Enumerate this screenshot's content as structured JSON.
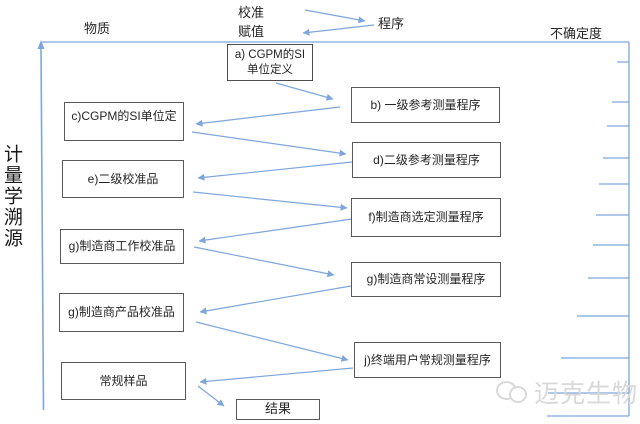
{
  "colors": {
    "line_blue": "#7ea6dc",
    "box_border": "#595959",
    "text": "#262626",
    "watermark": "#d9d9d9"
  },
  "axis": {
    "left_label": "计量学溯源",
    "substance_label": "物质",
    "calibration_label": "校准",
    "assignment_label": "赋值",
    "procedure_label": "程序",
    "uncertainty_label": "不确定度"
  },
  "nodes": {
    "a_line1": "a) CGPM的SI",
    "a_line2": "单位定义",
    "c": "c)CGPM的SI单位定",
    "e": "e)二级校准品",
    "g_work": "g)制造商工作校准品",
    "g_product": "g)制造商产品校准品",
    "routine_sample": "常规样品",
    "b": "b) 一级参考测量程序",
    "d": "d)二级参考测量程序",
    "f": "f)制造商选定测量程序",
    "g_standing": "g)制造商常设测量程序",
    "j": "j)终端用户常规测量程序",
    "result": "结果"
  },
  "edges": [
    {
      "from": "calibration",
      "to": "procedure"
    },
    {
      "from": "procedure",
      "to": "assignment"
    },
    {
      "from": "a",
      "to": "b"
    },
    {
      "from": "b",
      "to": "c"
    },
    {
      "from": "c",
      "to": "d"
    },
    {
      "from": "d",
      "to": "e"
    },
    {
      "from": "e",
      "to": "f"
    },
    {
      "from": "f",
      "to": "g_work"
    },
    {
      "from": "g_work",
      "to": "g_standing"
    },
    {
      "from": "g_standing",
      "to": "g_product"
    },
    {
      "from": "g_product",
      "to": "j"
    },
    {
      "from": "j",
      "to": "routine_sample"
    },
    {
      "from": "routine_sample",
      "to": "result"
    }
  ],
  "watermark": {
    "text": "迈克生物"
  }
}
